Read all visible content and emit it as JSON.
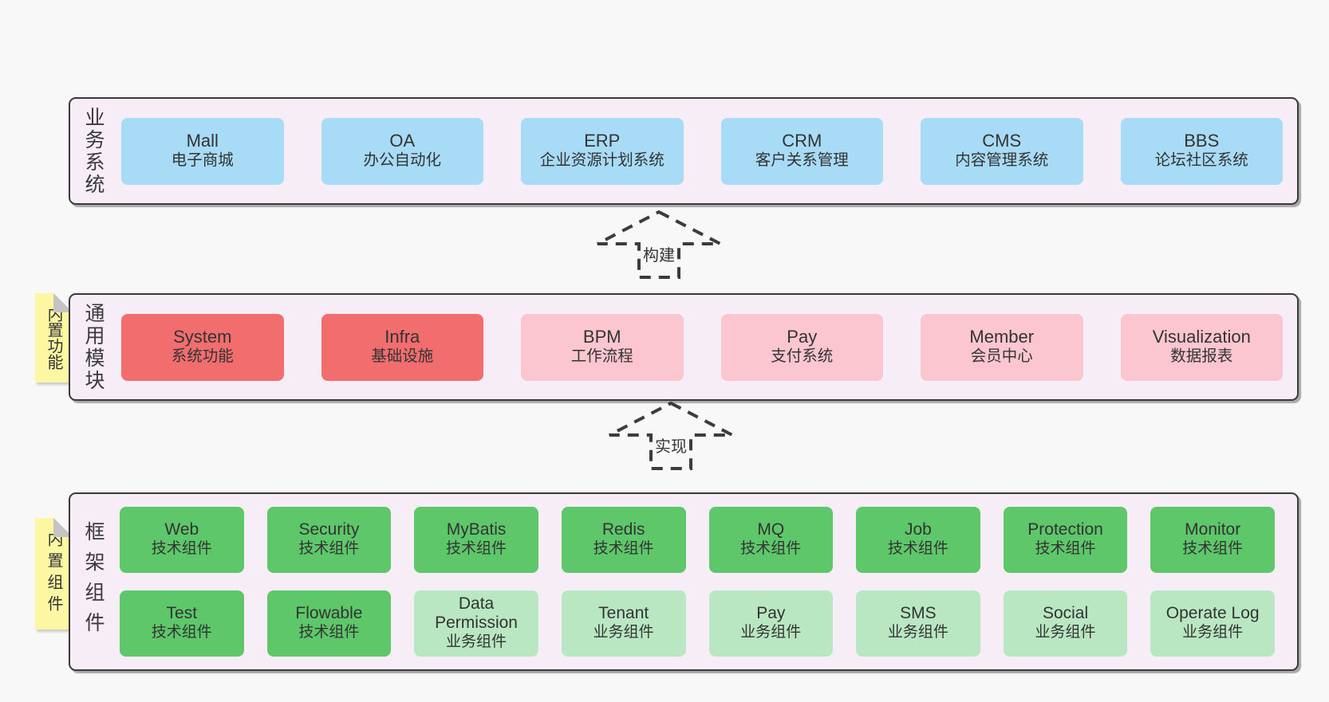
{
  "diagram": {
    "bands": [
      {
        "id": "business-systems",
        "name": "业务系统",
        "sticky": null,
        "boxes": [
          {
            "title": "Mall",
            "subtitle": "电子商城",
            "variant": "blue"
          },
          {
            "title": "OA",
            "subtitle": "办公自动化",
            "variant": "blue"
          },
          {
            "title": "ERP",
            "subtitle": "企业资源计划系统",
            "variant": "blue"
          },
          {
            "title": "CRM",
            "subtitle": "客户关系管理",
            "variant": "blue"
          },
          {
            "title": "CMS",
            "subtitle": "内容管理系统",
            "variant": "blue"
          },
          {
            "title": "BBS",
            "subtitle": "论坛社区系统",
            "variant": "blue"
          }
        ]
      },
      {
        "id": "common-modules",
        "name": "通用模块",
        "sticky": "内置功能",
        "boxes": [
          {
            "title": "System",
            "subtitle": "系统功能",
            "variant": "red"
          },
          {
            "title": "Infra",
            "subtitle": "基础设施",
            "variant": "red"
          },
          {
            "title": "BPM",
            "subtitle": "工作流程",
            "variant": "pink"
          },
          {
            "title": "Pay",
            "subtitle": "支付系统",
            "variant": "pink"
          },
          {
            "title": "Member",
            "subtitle": "会员中心",
            "variant": "pink"
          },
          {
            "title": "Visualization",
            "subtitle": "数据报表",
            "variant": "pink"
          }
        ]
      },
      {
        "id": "framework-components",
        "name": "框架组件",
        "sticky": "内置组件",
        "boxes": [
          {
            "title": "Web",
            "subtitle": "技术组件",
            "variant": "green"
          },
          {
            "title": "Security",
            "subtitle": "技术组件",
            "variant": "green"
          },
          {
            "title": "MyBatis",
            "subtitle": "技术组件",
            "variant": "green"
          },
          {
            "title": "Redis",
            "subtitle": "技术组件",
            "variant": "green"
          },
          {
            "title": "MQ",
            "subtitle": "技术组件",
            "variant": "green"
          },
          {
            "title": "Job",
            "subtitle": "技术组件",
            "variant": "green"
          },
          {
            "title": "Protection",
            "subtitle": "技术组件",
            "variant": "green"
          },
          {
            "title": "Monitor",
            "subtitle": "技术组件",
            "variant": "green"
          },
          {
            "title": "Test",
            "subtitle": "技术组件",
            "variant": "green"
          },
          {
            "title": "Flowable",
            "subtitle": "技术组件",
            "variant": "green"
          },
          {
            "title": "Data Permission",
            "subtitle": "业务组件",
            "variant": "lightgreen"
          },
          {
            "title": "Tenant",
            "subtitle": "业务组件",
            "variant": "lightgreen"
          },
          {
            "title": "Pay",
            "subtitle": "业务组件",
            "variant": "lightgreen"
          },
          {
            "title": "SMS",
            "subtitle": "业务组件",
            "variant": "lightgreen"
          },
          {
            "title": "Social",
            "subtitle": "业务组件",
            "variant": "lightgreen"
          },
          {
            "title": "Operate Log",
            "subtitle": "业务组件",
            "variant": "lightgreen"
          }
        ]
      }
    ],
    "arrows": [
      {
        "label": "构建"
      },
      {
        "label": "实现"
      }
    ],
    "colors": {
      "page_bg": "#f8f8f8",
      "band_bg": "#f7edf6",
      "band_border": "#3a3a3a",
      "blue": "#a7dbf6",
      "red": "#f26e6e",
      "pink": "#fbc6d0",
      "green": "#5dc769",
      "light_green": "#b9e7c2",
      "sticky_yellow": "#fbf7a2",
      "sticky_fold": "#c4c4c4",
      "text": "#333333"
    }
  }
}
